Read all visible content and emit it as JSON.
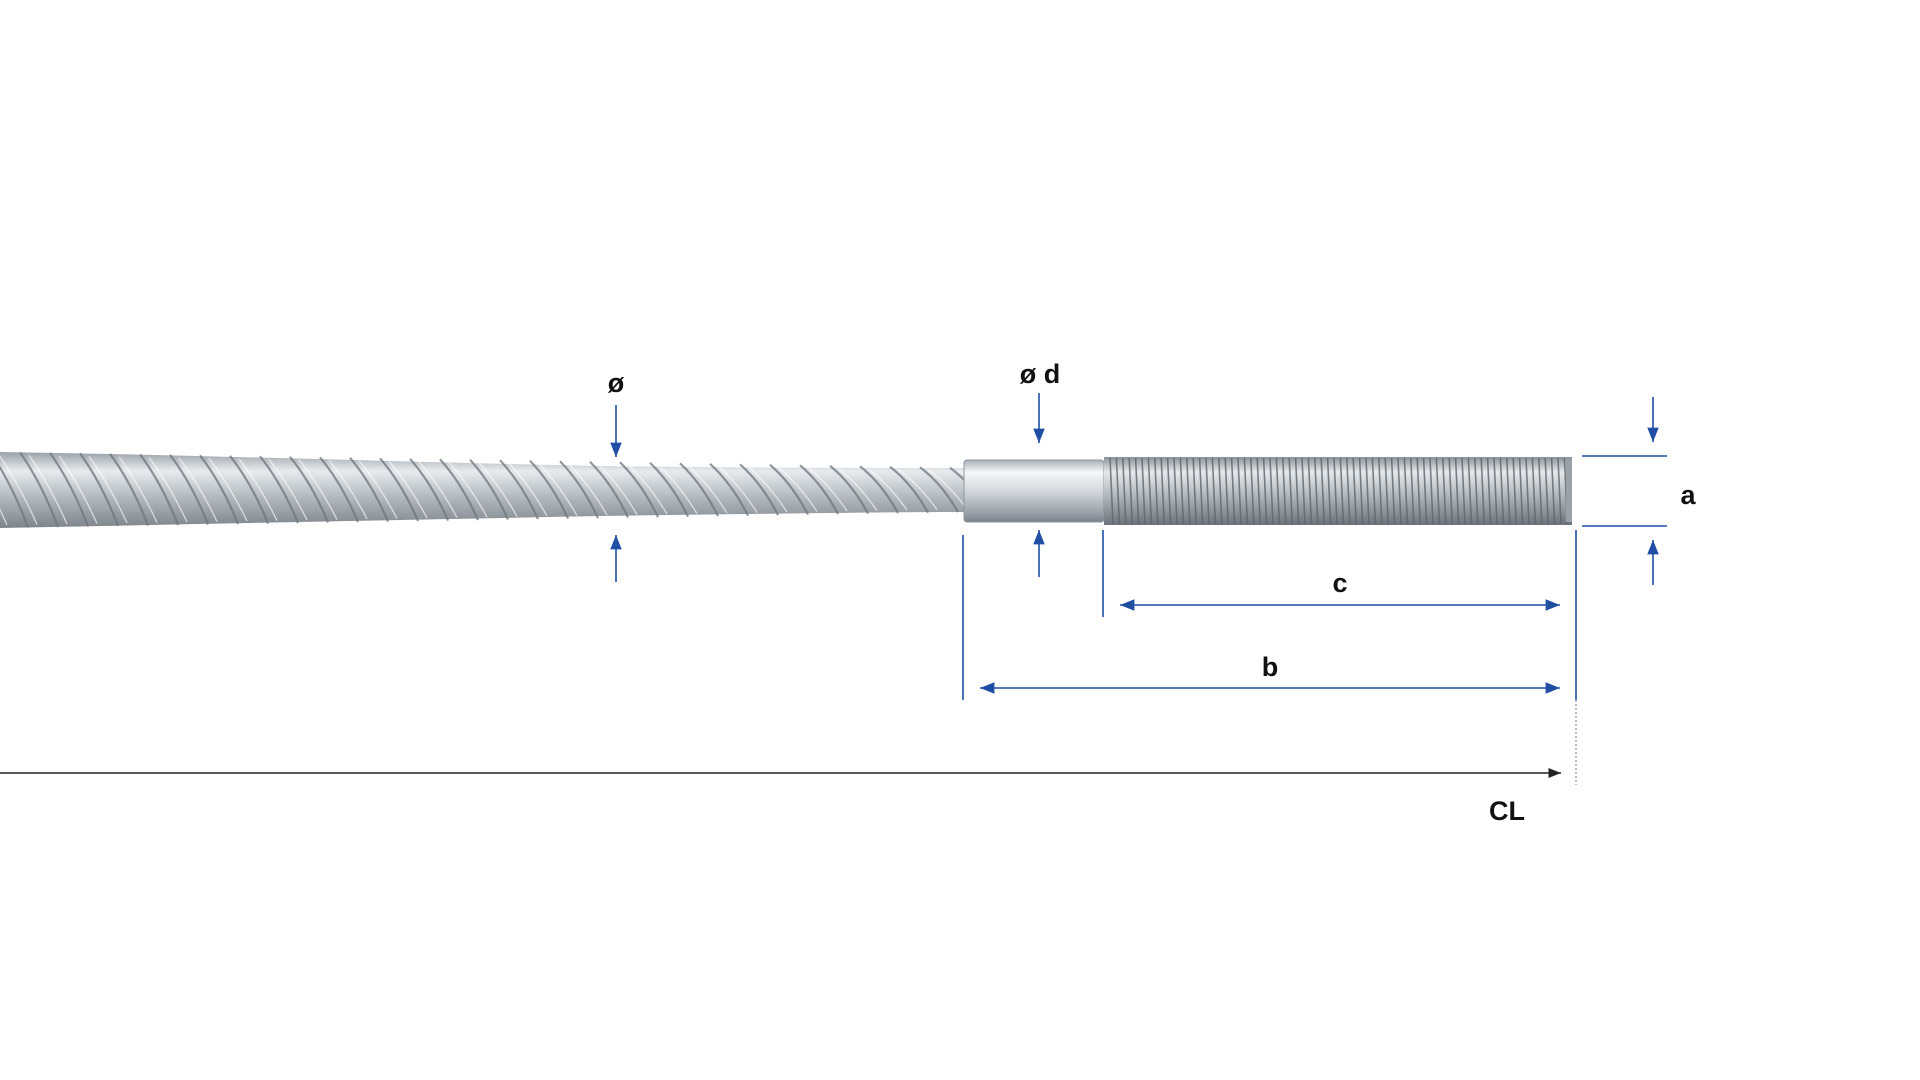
{
  "labels": {
    "rope_diameter": "ø",
    "sleeve_diameter": "ø d",
    "thread_diameter": "a",
    "thread_length": "c",
    "fitting_length": "b",
    "cable_length": "CL"
  },
  "colors": {
    "dimension": "#1f4ea3",
    "label": "#111111",
    "cl_line": "#222222",
    "rope_light": "#e4e7ea",
    "rope_mid": "#a8aeb4",
    "rope_dark": "#6c7278",
    "sleeve_light": "#f4f6f8",
    "sleeve_dark": "#8d949b",
    "thread_light": "#dde1e4",
    "thread_dark": "#6f767d"
  }
}
